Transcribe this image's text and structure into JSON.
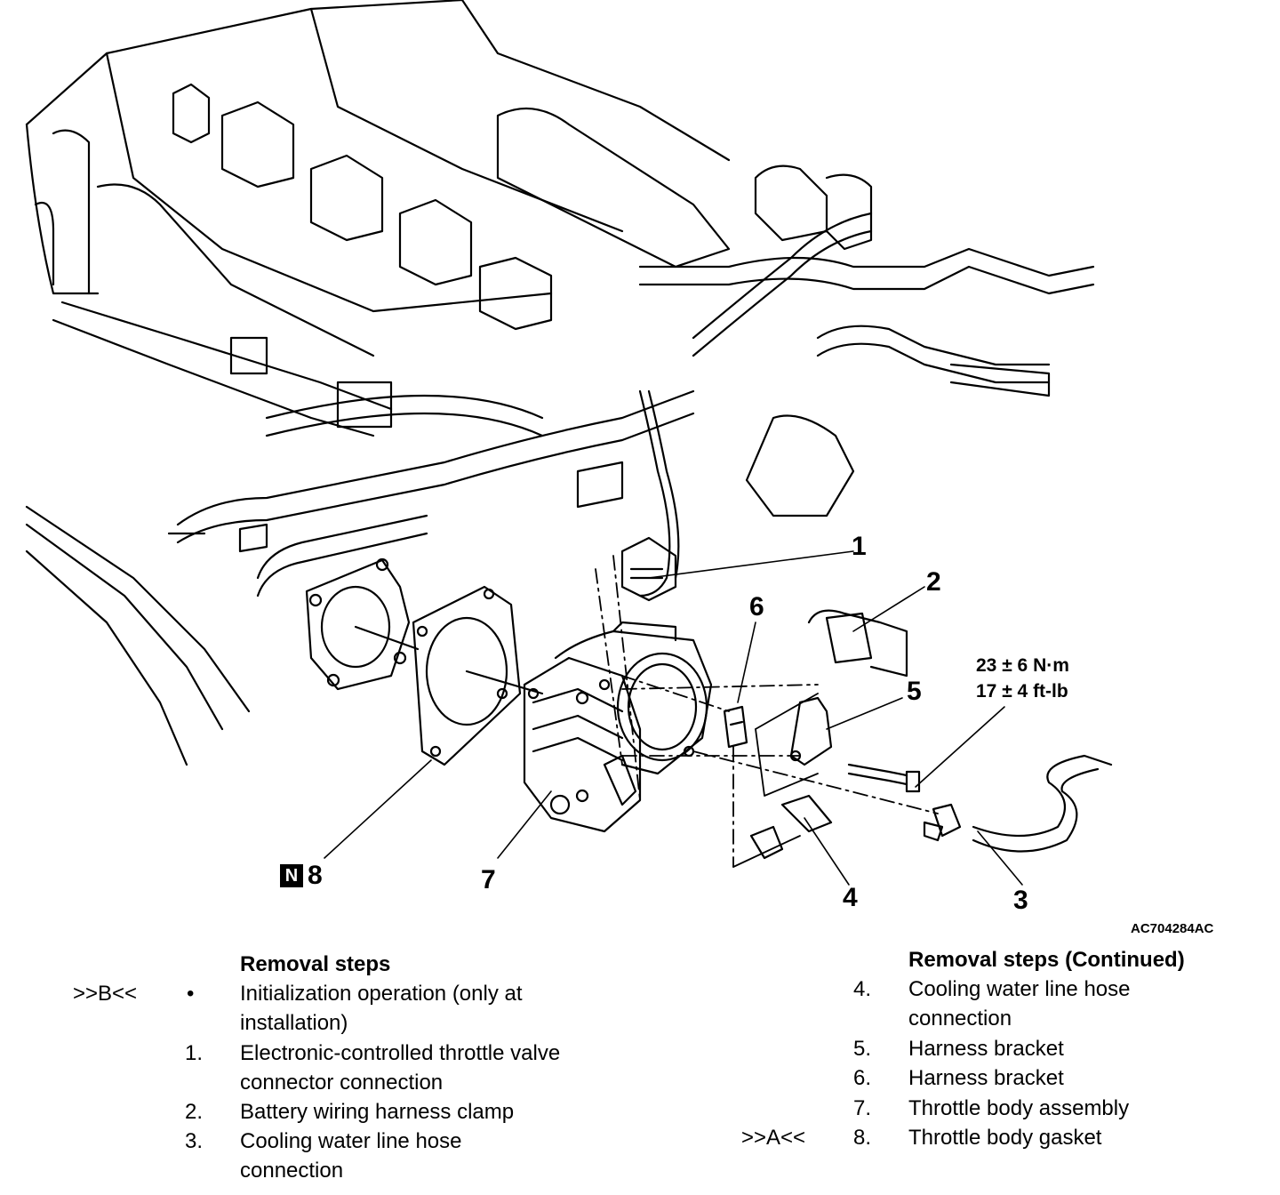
{
  "figure": {
    "reference_code": "AC704284AC",
    "torque_nm": "23 ± 6 N·m",
    "torque_ftlb": "17 ± 4 ft-lb",
    "callouts": [
      "1",
      "2",
      "3",
      "4",
      "5",
      "6",
      "7",
      "8"
    ],
    "new_part_badge": "N"
  },
  "removal_left": {
    "title": "Removal steps",
    "items": [
      {
        "marker": ">>B<<",
        "num": "•",
        "text_line1": "Initialization operation (only at",
        "text_line2": "installation)"
      },
      {
        "marker": "",
        "num": "1.",
        "text_line1": "Electronic-controlled throttle valve",
        "text_line2": "connector connection"
      },
      {
        "marker": "",
        "num": "2.",
        "text_line1": "Battery wiring harness clamp",
        "text_line2": ""
      },
      {
        "marker": "",
        "num": "3.",
        "text_line1": "Cooling water line hose",
        "text_line2": "connection"
      }
    ]
  },
  "removal_right": {
    "title": "Removal steps (Continued)",
    "items": [
      {
        "marker": "",
        "num": "4.",
        "text_line1": "Cooling water line hose",
        "text_line2": "connection"
      },
      {
        "marker": "",
        "num": "5.",
        "text_line1": "Harness bracket",
        "text_line2": ""
      },
      {
        "marker": "",
        "num": "6.",
        "text_line1": "Harness bracket",
        "text_line2": ""
      },
      {
        "marker": "",
        "num": "7.",
        "text_line1": "Throttle body assembly",
        "text_line2": ""
      },
      {
        "marker": ">>A<<",
        "num": "8.",
        "text_line1": "Throttle body gasket",
        "text_line2": ""
      }
    ]
  }
}
